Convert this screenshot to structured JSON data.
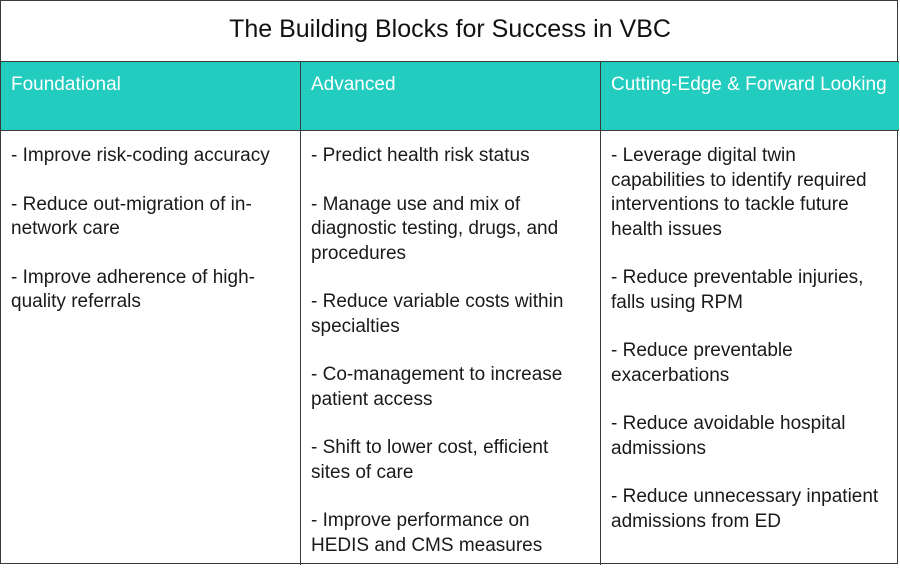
{
  "title": "The Building Blocks for Success in VBC",
  "colors": {
    "header_bg": "#22ccbe",
    "header_text": "#ffffff",
    "border": "#3a3a3a"
  },
  "columns": [
    {
      "header": "Foundational",
      "items": [
        "- Improve risk-coding accuracy",
        "- Reduce out-migration of in-network care",
        "- Improve adherence of high-quality referrals"
      ]
    },
    {
      "header": "Advanced",
      "items": [
        "- Predict health risk status",
        "- Manage use and mix of diagnostic testing, drugs, and procedures",
        "- Reduce variable costs within specialties",
        "- Co-management to increase patient access",
        "- Shift to lower cost, efficient sites of care",
        "- Improve performance on HEDIS and CMS measures"
      ]
    },
    {
      "header": "Cutting-Edge & Forward Looking",
      "items": [
        "- Leverage digital twin capabilities to identify required interventions to tackle future health issues",
        "- Reduce preventable injuries, falls using RPM",
        "- Reduce preventable exacerbations",
        "- Reduce avoidable hospital admissions",
        "- Reduce unnecessary inpatient admissions from ED"
      ]
    }
  ]
}
